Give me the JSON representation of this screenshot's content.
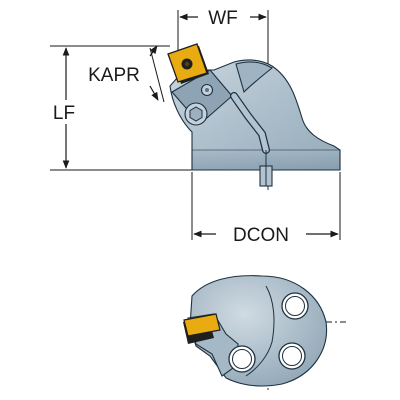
{
  "dimensions": {
    "wf": "WF",
    "kapr": "KAPR",
    "lf": "LF",
    "dcon": "DCON"
  },
  "colors": {
    "body_light": "#b7c6d1",
    "body_mid": "#98aebd",
    "body_dark": "#71889a",
    "insert_gold": "#e9ab12",
    "insert_dark": "#1f1f1f",
    "line": "#1a1a1a"
  },
  "icons": {
    "insert": "square-insert-icon",
    "clamp_screw": "hex-screw-icon",
    "coolant_channel": "coolant-channel-icon",
    "mounting_hole": "mounting-hole-icon"
  }
}
